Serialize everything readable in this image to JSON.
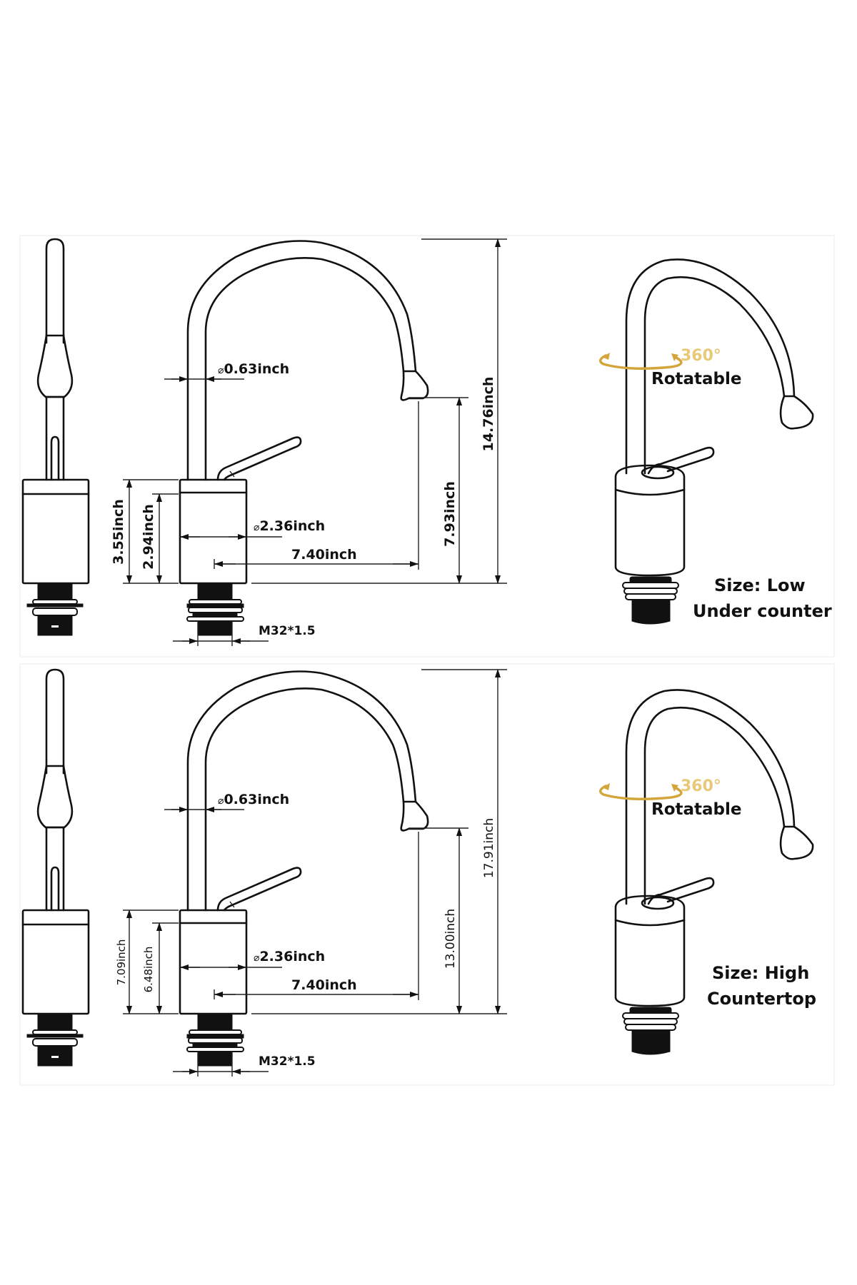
{
  "colors": {
    "line": "#111111",
    "rotation_arrow": "#d4a53a",
    "degree_text": "#e8c97a",
    "background": "#ffffff"
  },
  "variants": [
    {
      "id": "low",
      "spout_diameter": "0.63inch",
      "body_diameter": "2.36inch",
      "reach": "7.40inch",
      "total_height": "14.76inch",
      "spout_height": "7.93inch",
      "body_height_outer": "3.55inch",
      "body_height_inner": "2.94inch",
      "thread": "M32*1.5",
      "diameter_symbol": "⌀",
      "rotation_degrees": "360°",
      "rotation_label": "Rotatable",
      "size_line1": "Size:  Low",
      "size_line2": "Under counter"
    },
    {
      "id": "high",
      "spout_diameter": "0.63inch",
      "body_diameter": "2.36inch",
      "reach": "7.40inch",
      "total_height": "17.91inch",
      "spout_height": "13.00inch",
      "body_height_outer": "7.09inch",
      "body_height_inner": "6.48inch",
      "thread": "M32*1.5",
      "diameter_symbol": "⌀",
      "rotation_degrees": "360°",
      "rotation_label": "Rotatable",
      "size_line1": "Size: High",
      "size_line2": "Countertop"
    }
  ]
}
